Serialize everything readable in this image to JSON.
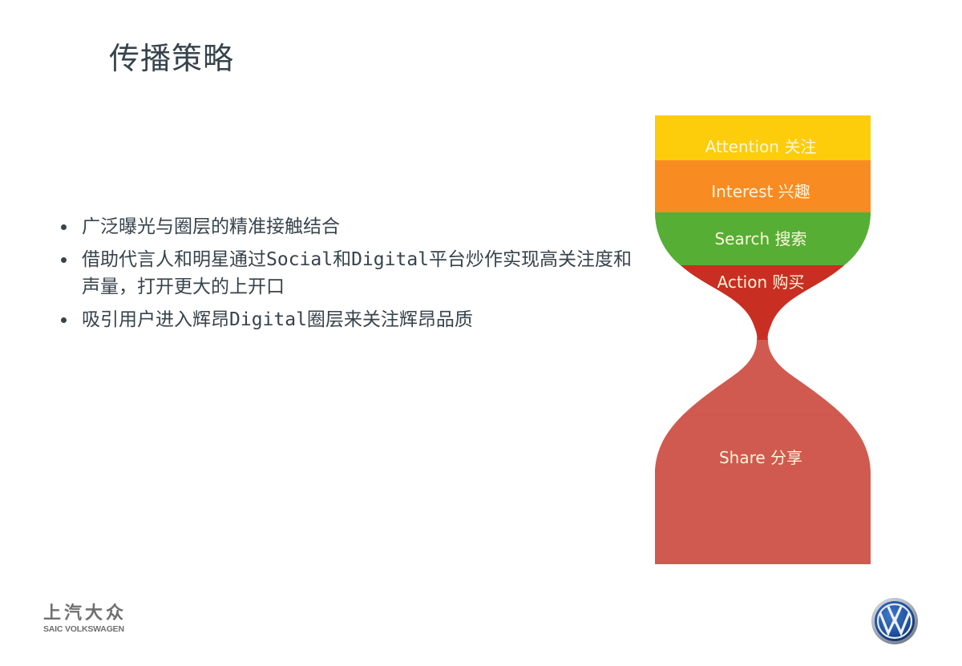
{
  "slide": {
    "title": "传播策略",
    "bullets": [
      {
        "text": "广泛曝光与圈层的精准接触结合"
      },
      {
        "text": "借助代言人和明星通过Social和Digital平台炒作实现高关注度和声量，打开更大的上开口"
      },
      {
        "text": "吸引用户进入辉昂Digital圈层来关注辉昂品质"
      }
    ]
  },
  "funnel": {
    "stages": [
      {
        "label": "Attention 关注",
        "color": "#fdcd0b"
      },
      {
        "label": "Interest 兴趣",
        "color": "#f98b23"
      },
      {
        "label": "Search 搜索",
        "color": "#56ae35"
      },
      {
        "label": "Action 购买",
        "color": "#c92e22"
      },
      {
        "label": "Share 分享",
        "color": "#d05a4f"
      }
    ]
  },
  "footer": {
    "brand_cn": "上汽大众",
    "brand_en": "SAIC VOLKSWAGEN",
    "vw_logo": "vw-logo-icon"
  },
  "colors": {
    "text": "#37434c",
    "logo_gray": "#6f6f6f",
    "vw_blue": "#1c4f9c"
  }
}
